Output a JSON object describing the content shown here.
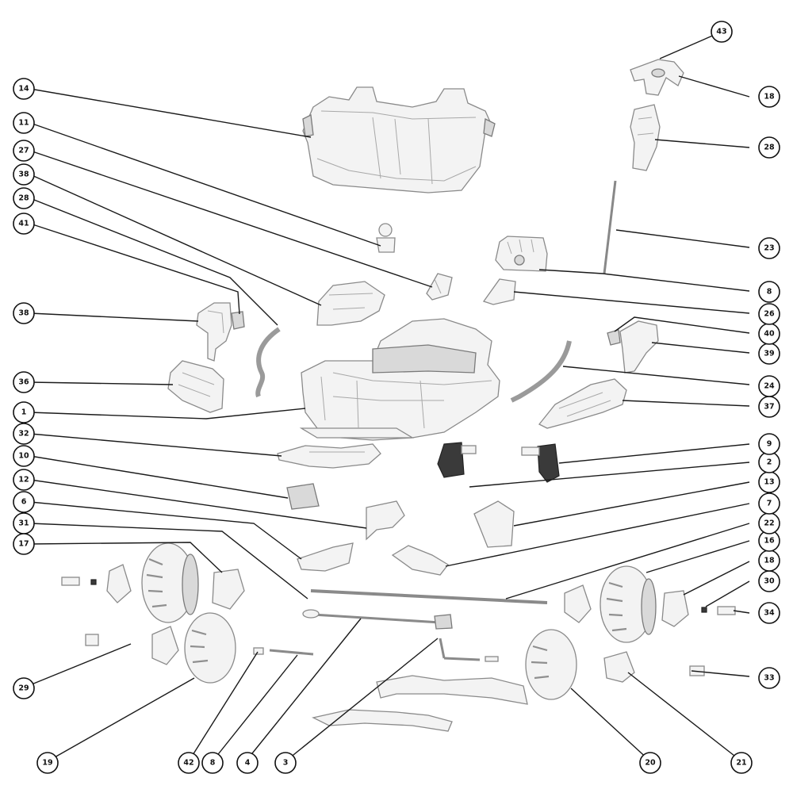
{
  "callouts": [
    {
      "id": "c14",
      "label": "14"
    },
    {
      "id": "c11",
      "label": "11"
    },
    {
      "id": "c27",
      "label": "27"
    },
    {
      "id": "c38a",
      "label": "38"
    },
    {
      "id": "c28a",
      "label": "28"
    },
    {
      "id": "c41",
      "label": "41"
    },
    {
      "id": "c38b",
      "label": "38"
    },
    {
      "id": "c36",
      "label": "36"
    },
    {
      "id": "c1",
      "label": "1"
    },
    {
      "id": "c32",
      "label": "32"
    },
    {
      "id": "c10",
      "label": "10"
    },
    {
      "id": "c12",
      "label": "12"
    },
    {
      "id": "c6",
      "label": "6"
    },
    {
      "id": "c31",
      "label": "31"
    },
    {
      "id": "c17",
      "label": "17"
    },
    {
      "id": "c29",
      "label": "29"
    },
    {
      "id": "c19",
      "label": "19"
    },
    {
      "id": "c42",
      "label": "42"
    },
    {
      "id": "c8b",
      "label": "8"
    },
    {
      "id": "c4",
      "label": "4"
    },
    {
      "id": "c3",
      "label": "3"
    },
    {
      "id": "c20",
      "label": "20"
    },
    {
      "id": "c21",
      "label": "21"
    },
    {
      "id": "c33",
      "label": "33"
    },
    {
      "id": "c34",
      "label": "34"
    },
    {
      "id": "c30",
      "label": "30"
    },
    {
      "id": "c18a",
      "label": "18"
    },
    {
      "id": "c16",
      "label": "16"
    },
    {
      "id": "c22",
      "label": "22"
    },
    {
      "id": "c7",
      "label": "7"
    },
    {
      "id": "c13",
      "label": "13"
    },
    {
      "id": "c2",
      "label": "2"
    },
    {
      "id": "c9",
      "label": "9"
    },
    {
      "id": "c37",
      "label": "37"
    },
    {
      "id": "c24",
      "label": "24"
    },
    {
      "id": "c39",
      "label": "39"
    },
    {
      "id": "c40",
      "label": "40"
    },
    {
      "id": "c26",
      "label": "26"
    },
    {
      "id": "c8a",
      "label": "8"
    },
    {
      "id": "c23",
      "label": "23"
    },
    {
      "id": "c28b",
      "label": "28"
    },
    {
      "id": "c18b",
      "label": "18"
    },
    {
      "id": "c43",
      "label": "43"
    }
  ]
}
